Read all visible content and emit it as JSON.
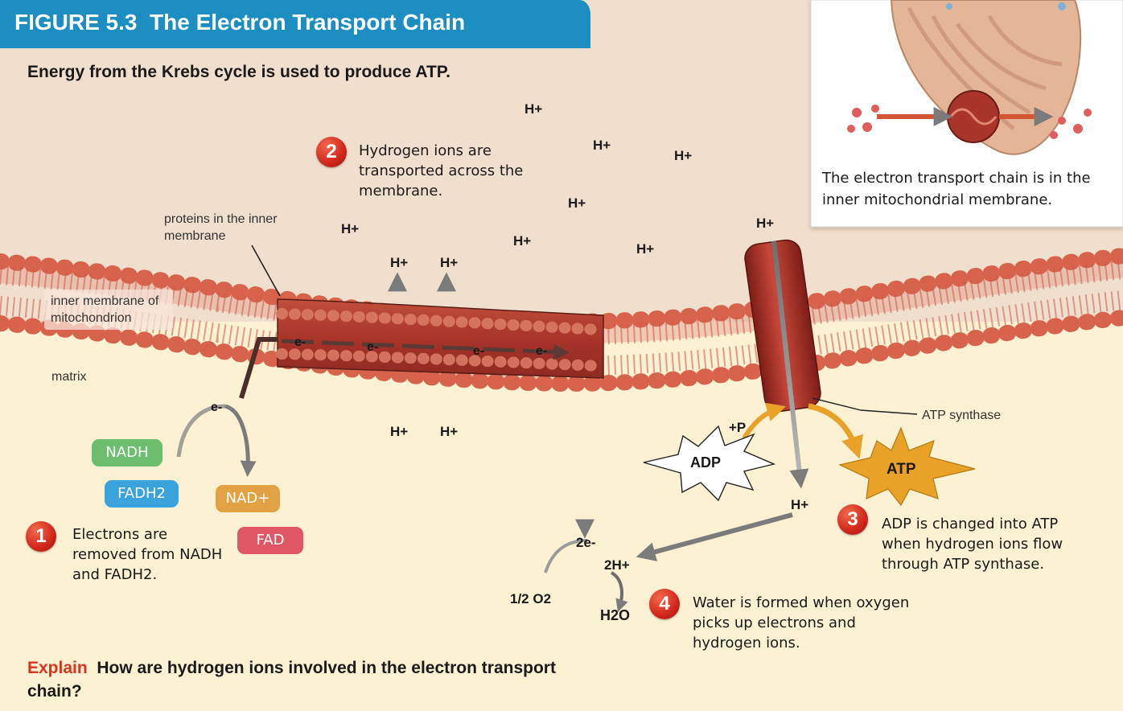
{
  "figure": {
    "label": "FIGURE 5.3",
    "title": "The Electron Transport Chain",
    "subtitle": "Energy from the Krebs cycle is used to produce ATP."
  },
  "inset": {
    "caption": "The electron transport chain is in the inner mitochondrial membrane."
  },
  "regions": {
    "membrane": "inner membrane of mitochondrion",
    "matrix": "matrix",
    "proteins": "proteins in the inner membrane",
    "atp_synthase": "ATP synthase"
  },
  "ions": {
    "h_plus": "H+"
  },
  "molecules": {
    "nadh": "NADH",
    "fadh2": "FADH2",
    "nad_plus": "NAD+",
    "fad": "FAD",
    "adp": "ADP",
    "phosphate": "+P",
    "atp": "ATP",
    "two_electrons": "2e-",
    "two_hydrogen": "2H+",
    "half_oxygen": "1/2 O2",
    "water": "H2O",
    "electron": "e-"
  },
  "steps": [
    {
      "number": "1",
      "text": "Electrons are removed from NADH and FADH2."
    },
    {
      "number": "2",
      "text": "Hydrogen ions are transported across the membrane."
    },
    {
      "number": "3",
      "text": "ADP is changed into ATP when hydrogen ions flow through ATP synthase."
    },
    {
      "number": "4",
      "text": "Water is formed when oxygen picks up electrons and hydrogen ions."
    }
  ],
  "question": {
    "verb": "Explain",
    "text": "How are hydrogen ions involved in the electron transport chain?"
  },
  "colors": {
    "banner": "#1c8ec2",
    "intermembrane": "#f1dfcd",
    "matrix": "#fcf1d2",
    "membrane_heads": "#d8634c",
    "protein": "#a8342a",
    "nadh": "#6cbd6e",
    "fadh2": "#3aa3dc",
    "nad_plus": "#e2a142",
    "fad": "#e05664",
    "step_badge": "#d1261b",
    "atp_star": "#e9a227",
    "question_verb": "#d8341d"
  }
}
